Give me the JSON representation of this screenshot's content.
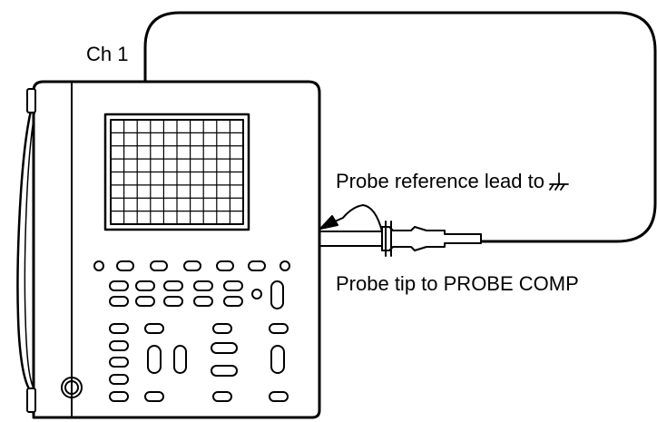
{
  "labels": {
    "channel": "Ch 1",
    "probe_reference": "Probe reference lead to",
    "probe_tip": "Probe tip to PROBE COMP"
  },
  "icons": {
    "reference_symbol": "ground-symbol-icon"
  },
  "colors": {
    "line": "#000000",
    "background": "#ffffff"
  }
}
